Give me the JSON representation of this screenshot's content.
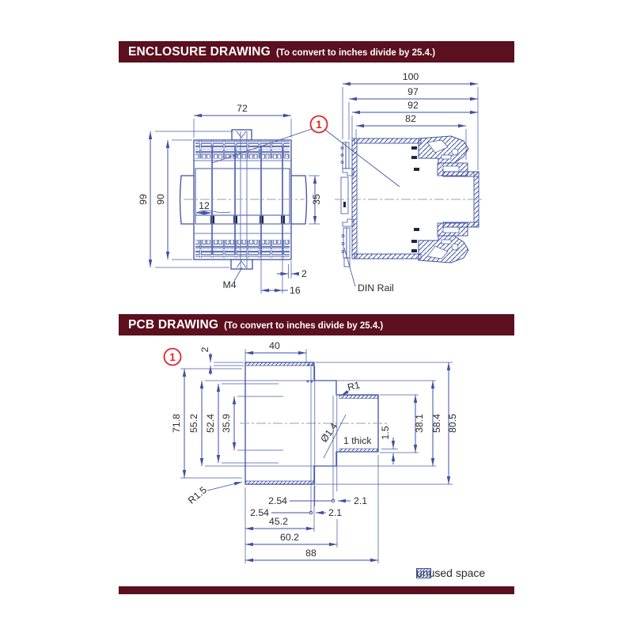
{
  "colors": {
    "bar_maroon": "#5b0f1f",
    "line_blue": "#3f51a1",
    "callout_red": "#e32127",
    "text_dark": "#2b2b2b"
  },
  "enclosure": {
    "header": {
      "title": "ENCLOSURE DRAWING",
      "subtitle": "(To convert to inches divide by 25.4.)"
    },
    "callout": "1",
    "front": {
      "dim_width": "72",
      "dim_height_outer": "99",
      "dim_height_body": "90",
      "dim_pitch": "12",
      "dim_flange": "35",
      "dim_gap": "2",
      "dim_spacing": "16",
      "screw_label": "M4"
    },
    "side": {
      "dim_overall": "100",
      "dim_97": "97",
      "dim_92": "92",
      "dim_82": "82",
      "din_rail": "DIN Rail"
    }
  },
  "pcb": {
    "header": {
      "title": "PCB DRAWING",
      "subtitle": "(To convert to inches divide by 25.4.)"
    },
    "callout": "1",
    "dims": {
      "top_width": "40",
      "edge_thickness": "2",
      "left_outer": "71.8",
      "left_2": "55.2",
      "left_3": "52.4",
      "left_inner": "35.9",
      "radius_tab": "R1",
      "radius_corner": "R1.5",
      "hole_dia": "Ø1.4",
      "wall_note": "1 thick",
      "right_offset": "1.5",
      "right_inner": "38.1",
      "right_2": "58.4",
      "right_outer": "80.5",
      "pitch_a": "2.54",
      "pitch_b": "2.54",
      "offset_a": "2.1",
      "offset_b": "2.1",
      "bottom_1": "45.2",
      "bottom_2": "60.2",
      "bottom_3": "88"
    }
  },
  "legend": {
    "label": "unused space"
  }
}
